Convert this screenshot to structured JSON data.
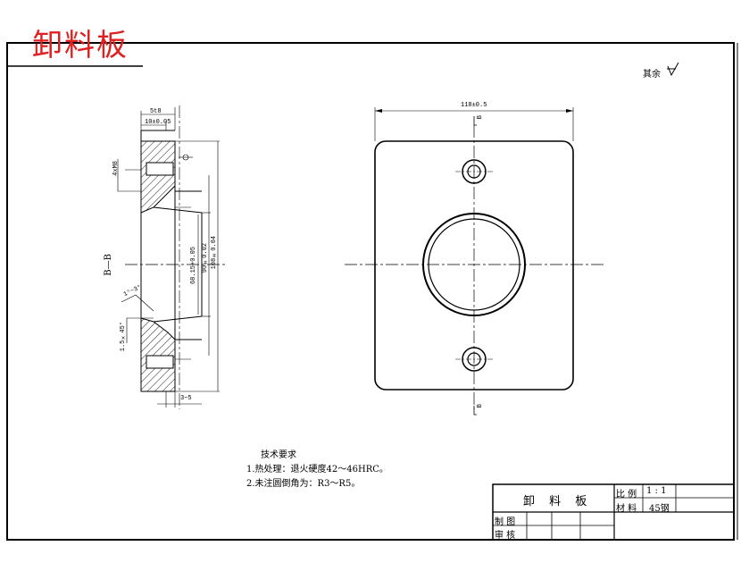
{
  "title": "卸料板",
  "roughness_other": "其余",
  "section_label": "B—B",
  "dimensions": {
    "top_width_total": "5t8",
    "top_offset": "10±0.05",
    "height_a": "68.15+0.05",
    "height_b": "90±0.02",
    "height_c": "108±0.04",
    "bottom_span": "3~5",
    "side_thread": "4xM8",
    "chamfer": "1.5×45°",
    "angle": "1°~3°",
    "plan_width": "118±0.5",
    "view_b_top": "B",
    "view_b_bottom": "B"
  },
  "tech_requirements": {
    "heading": "技术要求",
    "item1": "1.热处理：退火硬度42～46HRC。",
    "item2": "2.未注圆倒角为：R3～R5。"
  },
  "title_block": {
    "part_name": "卸 料 板",
    "scale_label": "比 例",
    "scale_value": "1 : 1",
    "material_label": "材 料",
    "material_value": "45钢",
    "drawn_label": "制 图",
    "checked_label": "审 核"
  }
}
